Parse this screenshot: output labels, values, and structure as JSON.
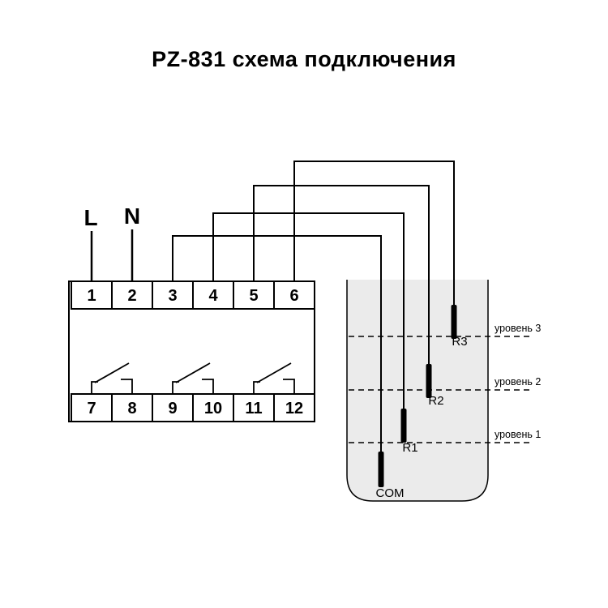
{
  "title": "PZ-831 схема подключения",
  "power": {
    "line": "L",
    "neutral": "N"
  },
  "terminals": {
    "top": [
      "1",
      "2",
      "3",
      "4",
      "5",
      "6"
    ],
    "bottom": [
      "7",
      "8",
      "9",
      "10",
      "11",
      "12"
    ]
  },
  "electrodes": {
    "com": "COM",
    "r1": "R1",
    "r2": "R2",
    "r3": "R3"
  },
  "levels": {
    "level1": "уровень 1",
    "level2": "уровень 2",
    "level3": "уровень 3"
  },
  "colors": {
    "line": "#000000",
    "tank_fill": "#ebebeb",
    "text": "#000000"
  }
}
